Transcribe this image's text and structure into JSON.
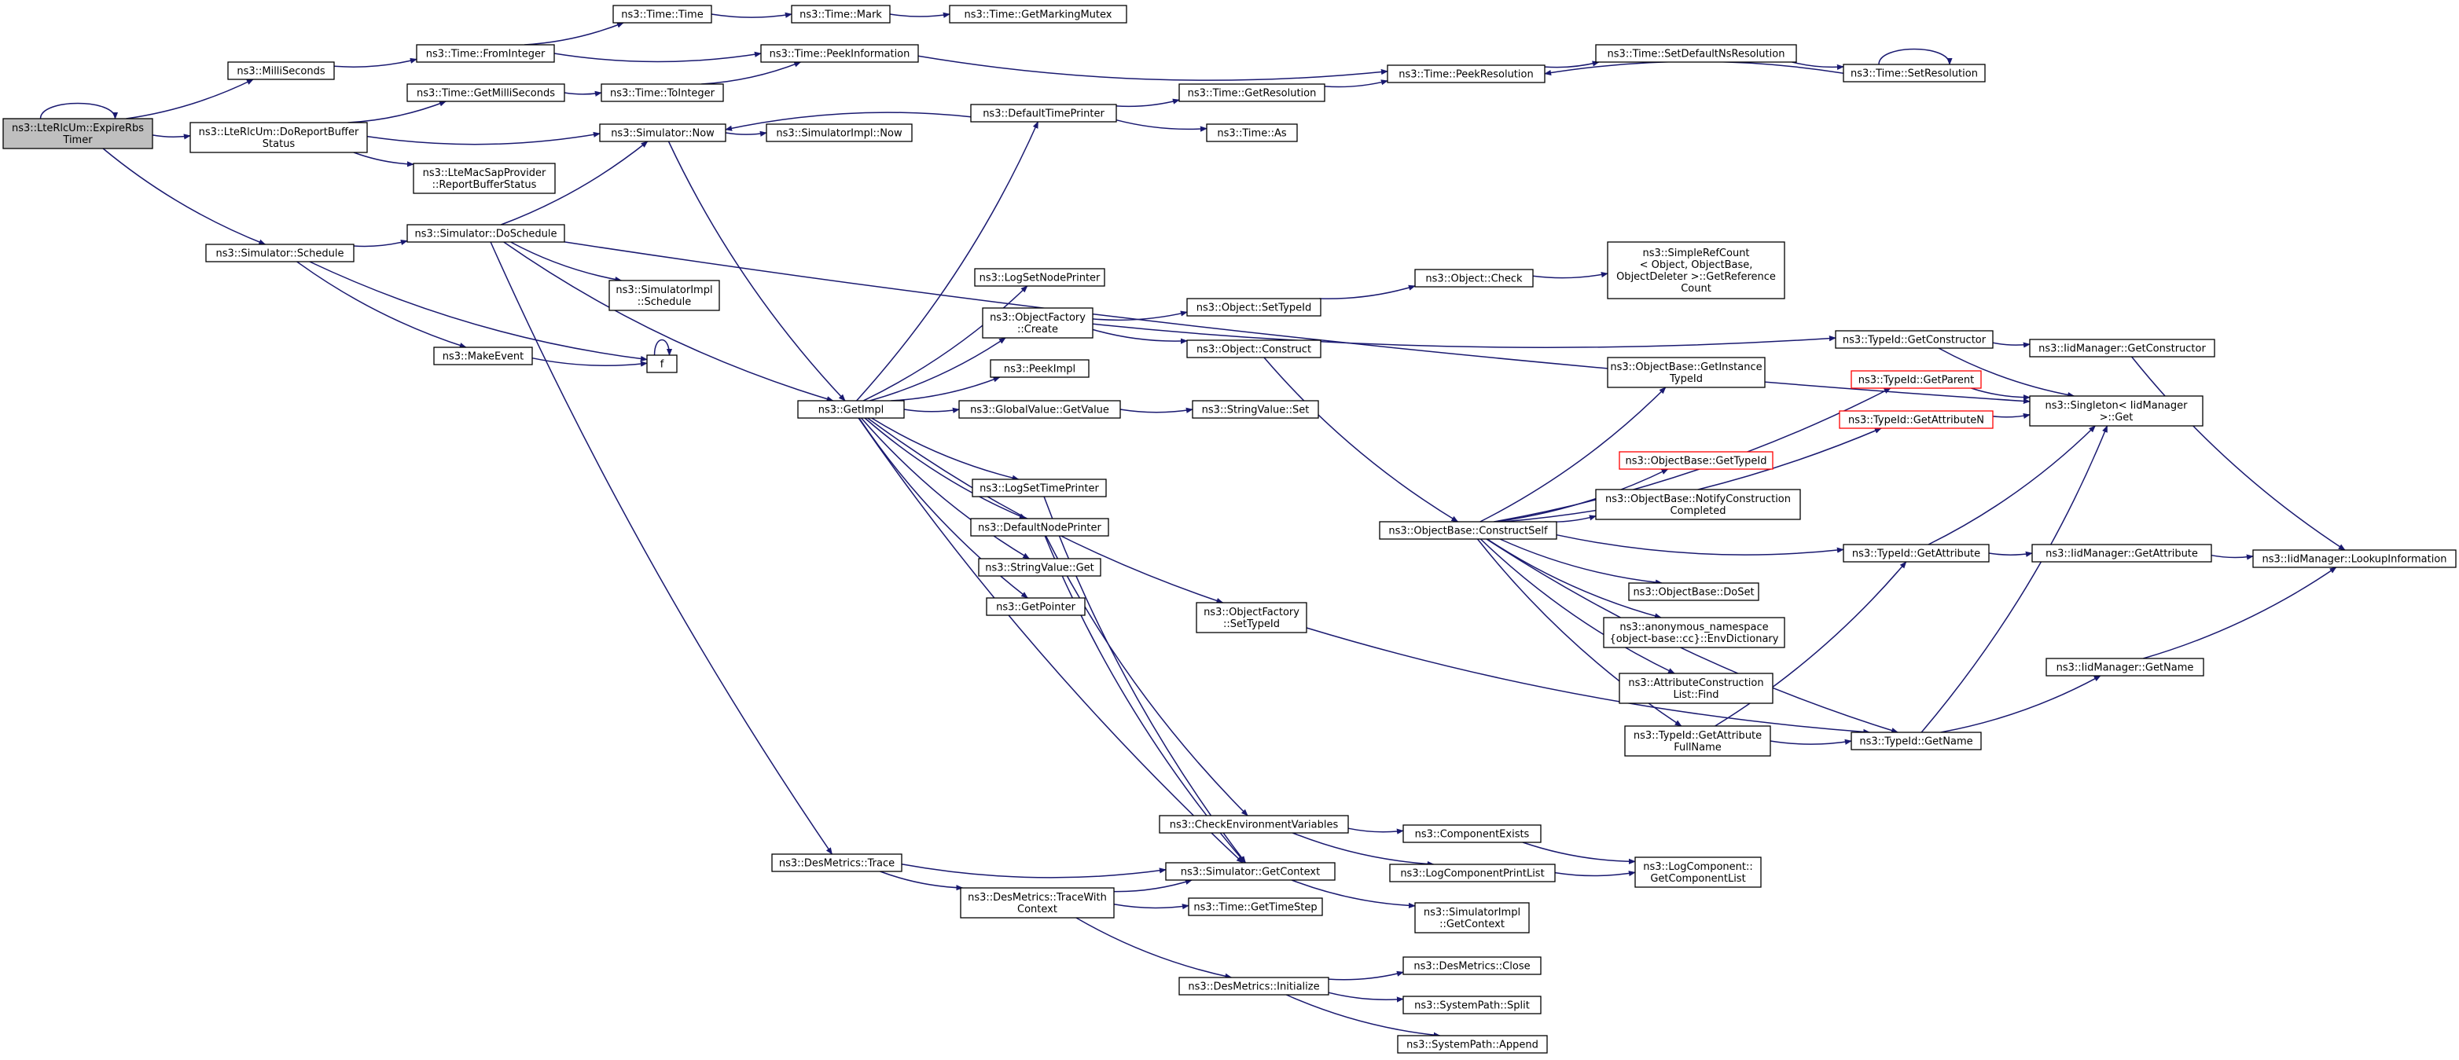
{
  "colors": {
    "edge": "#191970",
    "root_fill": "#bfbfbf",
    "node_border": "#000000",
    "highlight_border": "#ff0000",
    "background": "#ffffff"
  },
  "nodes": [
    {
      "id": "root",
      "lines": [
        "ns3::LteRlcUm::ExpireRbs",
        "Timer"
      ]
    },
    {
      "id": "ms",
      "lines": [
        "ns3::MilliSeconds"
      ]
    },
    {
      "id": "dorep",
      "lines": [
        "ns3::LteRlcUm::DoReportBuffer",
        "Status"
      ]
    },
    {
      "id": "sched",
      "lines": [
        "ns3::Simulator::Schedule"
      ]
    },
    {
      "id": "fromint",
      "lines": [
        "ns3::Time::FromInteger"
      ]
    },
    {
      "id": "getms",
      "lines": [
        "ns3::Time::GetMilliSeconds"
      ]
    },
    {
      "id": "simnow",
      "lines": [
        "ns3::Simulator::Now"
      ]
    },
    {
      "id": "ltemac",
      "lines": [
        "ns3::LteMacSapProvider",
        "::ReportBufferStatus"
      ]
    },
    {
      "id": "dosched",
      "lines": [
        "ns3::Simulator::DoSchedule"
      ]
    },
    {
      "id": "makeev",
      "lines": [
        "ns3::MakeEvent"
      ]
    },
    {
      "id": "f",
      "lines": [
        "f"
      ]
    },
    {
      "id": "timetime",
      "lines": [
        "ns3::Time::Time"
      ]
    },
    {
      "id": "toint",
      "lines": [
        "ns3::Time::ToInteger"
      ]
    },
    {
      "id": "simimplsched",
      "lines": [
        "ns3::SimulatorImpl",
        "::Schedule"
      ]
    },
    {
      "id": "timemark",
      "lines": [
        "ns3::Time::Mark"
      ]
    },
    {
      "id": "peekinfo",
      "lines": [
        "ns3::Time::PeekInformation"
      ]
    },
    {
      "id": "simimplnow",
      "lines": [
        "ns3::SimulatorImpl::Now"
      ]
    },
    {
      "id": "getmutex",
      "lines": [
        "ns3::Time::GetMarkingMutex"
      ]
    },
    {
      "id": "deftimeprint",
      "lines": [
        "ns3::DefaultTimePrinter"
      ]
    },
    {
      "id": "logsetnode",
      "lines": [
        "ns3::LogSetNodePrinter"
      ]
    },
    {
      "id": "objfactcreate",
      "lines": [
        "ns3::ObjectFactory",
        "::Create"
      ]
    },
    {
      "id": "peekimpl",
      "lines": [
        "ns3::PeekImpl"
      ]
    },
    {
      "id": "getimpl",
      "lines": [
        "ns3::GetImpl"
      ]
    },
    {
      "id": "gvgetvalue",
      "lines": [
        "ns3::GlobalValue::GetValue"
      ]
    },
    {
      "id": "logsettime",
      "lines": [
        "ns3::LogSetTimePrinter"
      ]
    },
    {
      "id": "defnodeprint",
      "lines": [
        "ns3::DefaultNodePrinter"
      ]
    },
    {
      "id": "strvalget",
      "lines": [
        "ns3::StringValue::Get"
      ]
    },
    {
      "id": "getpointer",
      "lines": [
        "ns3::GetPointer"
      ]
    },
    {
      "id": "objfactsettid",
      "lines": [
        "ns3::ObjectFactory",
        "::SetTypeId"
      ]
    },
    {
      "id": "getres",
      "lines": [
        "ns3::Time::GetResolution"
      ]
    },
    {
      "id": "timeas",
      "lines": [
        "ns3::Time::As"
      ]
    },
    {
      "id": "objsettid",
      "lines": [
        "ns3::Object::SetTypeId"
      ]
    },
    {
      "id": "objconstruct",
      "lines": [
        "ns3::Object::Construct"
      ]
    },
    {
      "id": "strvalset",
      "lines": [
        "ns3::StringValue::Set"
      ]
    },
    {
      "id": "peekres",
      "lines": [
        "ns3::Time::PeekResolution"
      ]
    },
    {
      "id": "objcheck",
      "lines": [
        "ns3::Object::Check"
      ]
    },
    {
      "id": "simplerefcount",
      "lines": [
        "ns3::SimpleRefCount",
        "< Object, ObjectBase,",
        "ObjectDeleter >::GetReference",
        "Count"
      ]
    },
    {
      "id": "setdefns",
      "lines": [
        "ns3::Time::SetDefaultNsResolution"
      ]
    },
    {
      "id": "setres",
      "lines": [
        "ns3::Time::SetResolution"
      ]
    },
    {
      "id": "objbaseconstructself",
      "lines": [
        "ns3::ObjectBase::ConstructSelf"
      ]
    },
    {
      "id": "objbasegetinst",
      "lines": [
        "ns3::ObjectBase::GetInstance",
        "TypeId"
      ]
    },
    {
      "id": "objbasegettid",
      "lines": [
        "ns3::ObjectBase::GetTypeId"
      ]
    },
    {
      "id": "objbasenotify",
      "lines": [
        "ns3::ObjectBase::NotifyConstruction",
        "Completed"
      ]
    },
    {
      "id": "objbasedoset",
      "lines": [
        "ns3::ObjectBase::DoSet"
      ]
    },
    {
      "id": "anonenv",
      "lines": [
        "ns3::anonymous_namespace",
        "{object-base::cc}::EnvDictionary"
      ]
    },
    {
      "id": "attrconstfind",
      "lines": [
        "ns3::AttributeConstruction",
        "List::Find"
      ]
    },
    {
      "id": "tidgetattrfull",
      "lines": [
        "ns3::TypeId::GetAttribute",
        "FullName"
      ]
    },
    {
      "id": "tidgetctor",
      "lines": [
        "ns3::TypeId::GetConstructor"
      ]
    },
    {
      "id": "tidgetparent",
      "lines": [
        "ns3::TypeId::GetParent"
      ]
    },
    {
      "id": "tidgetattrn",
      "lines": [
        "ns3::TypeId::GetAttributeN"
      ]
    },
    {
      "id": "tidgetattr",
      "lines": [
        "ns3::TypeId::GetAttribute"
      ]
    },
    {
      "id": "tidgetname",
      "lines": [
        "ns3::TypeId::GetName"
      ]
    },
    {
      "id": "iidgetctor",
      "lines": [
        "ns3::IidManager::GetConstructor"
      ]
    },
    {
      "id": "singletonget",
      "lines": [
        "ns3::Singleton< IidManager",
        ">::Get"
      ]
    },
    {
      "id": "iidgetattr",
      "lines": [
        "ns3::IidManager::GetAttribute"
      ]
    },
    {
      "id": "iidgetname",
      "lines": [
        "ns3::IidManager::GetName"
      ]
    },
    {
      "id": "iidlookup",
      "lines": [
        "ns3::IidManager::LookupInformation"
      ]
    },
    {
      "id": "desmtrace",
      "lines": [
        "ns3::DesMetrics::Trace"
      ]
    },
    {
      "id": "desmtracewith",
      "lines": [
        "ns3::DesMetrics::TraceWith",
        "Context"
      ]
    },
    {
      "id": "desminit",
      "lines": [
        "ns3::DesMetrics::Initialize"
      ]
    },
    {
      "id": "checkenv",
      "lines": [
        "ns3::CheckEnvironmentVariables"
      ]
    },
    {
      "id": "simgetctx",
      "lines": [
        "ns3::Simulator::GetContext"
      ]
    },
    {
      "id": "gettimestep",
      "lines": [
        "ns3::Time::GetTimeStep"
      ]
    },
    {
      "id": "compexists",
      "lines": [
        "ns3::ComponentExists"
      ]
    },
    {
      "id": "logcompprint",
      "lines": [
        "ns3::LogComponentPrintList"
      ]
    },
    {
      "id": "simimplgetctx",
      "lines": [
        "ns3::SimulatorImpl",
        "::GetContext"
      ]
    },
    {
      "id": "logcompget",
      "lines": [
        "ns3::LogComponent::",
        "GetComponentList"
      ]
    },
    {
      "id": "desmclose",
      "lines": [
        "ns3::DesMetrics::Close"
      ]
    },
    {
      "id": "syssplit",
      "lines": [
        "ns3::SystemPath::Split"
      ]
    },
    {
      "id": "sysappend",
      "lines": [
        "ns3::SystemPath::Append"
      ]
    }
  ],
  "edges": [
    [
      "root",
      "root"
    ],
    [
      "root",
      "ms"
    ],
    [
      "root",
      "dorep"
    ],
    [
      "root",
      "sched"
    ],
    [
      "ms",
      "fromint"
    ],
    [
      "fromint",
      "timetime"
    ],
    [
      "fromint",
      "peekinfo"
    ],
    [
      "timetime",
      "timemark"
    ],
    [
      "timemark",
      "getmutex"
    ],
    [
      "peekinfo",
      "peekres"
    ],
    [
      "dorep",
      "getms"
    ],
    [
      "dorep",
      "simnow"
    ],
    [
      "dorep",
      "ltemac"
    ],
    [
      "getms",
      "toint"
    ],
    [
      "toint",
      "peekinfo"
    ],
    [
      "simnow",
      "simimplnow"
    ],
    [
      "simnow",
      "getimpl"
    ],
    [
      "sched",
      "dosched"
    ],
    [
      "sched",
      "makeev"
    ],
    [
      "sched",
      "f"
    ],
    [
      "makeev",
      "f"
    ],
    [
      "f",
      "f"
    ],
    [
      "dosched",
      "simnow"
    ],
    [
      "dosched",
      "simimplsched"
    ],
    [
      "dosched",
      "getimpl"
    ],
    [
      "dosched",
      "desmtrace"
    ],
    [
      "dosched",
      "singletonget"
    ],
    [
      "deftimeprint",
      "simnow"
    ],
    [
      "deftimeprint",
      "getres"
    ],
    [
      "deftimeprint",
      "timeas"
    ],
    [
      "getres",
      "peekres"
    ],
    [
      "peekres",
      "setdefns"
    ],
    [
      "setdefns",
      "setres"
    ],
    [
      "setres",
      "setres"
    ],
    [
      "setres",
      "peekres"
    ],
    [
      "getimpl",
      "deftimeprint"
    ],
    [
      "getimpl",
      "logsetnode"
    ],
    [
      "getimpl",
      "objfactcreate"
    ],
    [
      "getimpl",
      "peekimpl"
    ],
    [
      "getimpl",
      "gvgetvalue"
    ],
    [
      "getimpl",
      "logsettime"
    ],
    [
      "getimpl",
      "defnodeprint"
    ],
    [
      "getimpl",
      "strvalget"
    ],
    [
      "getimpl",
      "getpointer"
    ],
    [
      "getimpl",
      "objfactsettid"
    ],
    [
      "getimpl",
      "simgetctx"
    ],
    [
      "objfactcreate",
      "objsettid"
    ],
    [
      "objfactcreate",
      "objconstruct"
    ],
    [
      "objfactcreate",
      "tidgetctor"
    ],
    [
      "objsettid",
      "objcheck"
    ],
    [
      "objcheck",
      "simplerefcount"
    ],
    [
      "objconstruct",
      "objbaseconstructself"
    ],
    [
      "gvgetvalue",
      "strvalset"
    ],
    [
      "objfactsettid",
      "tidgetname"
    ],
    [
      "objbaseconstructself",
      "objbasegetinst"
    ],
    [
      "objbaseconstructself",
      "tidgetparent"
    ],
    [
      "objbaseconstructself",
      "tidgetattrn"
    ],
    [
      "objbaseconstructself",
      "objbasegettid"
    ],
    [
      "objbaseconstructself",
      "objbasenotify"
    ],
    [
      "objbaseconstructself",
      "tidgetattr"
    ],
    [
      "objbaseconstructself",
      "objbasedoset"
    ],
    [
      "objbaseconstructself",
      "anonenv"
    ],
    [
      "objbaseconstructself",
      "attrconstfind"
    ],
    [
      "objbaseconstructself",
      "tidgetattrfull"
    ],
    [
      "objbaseconstructself",
      "tidgetname"
    ],
    [
      "tidgetctor",
      "iidgetctor"
    ],
    [
      "tidgetctor",
      "singletonget"
    ],
    [
      "tidgetparent",
      "singletonget"
    ],
    [
      "tidgetattrn",
      "singletonget"
    ],
    [
      "tidgetattr",
      "singletonget"
    ],
    [
      "tidgetattr",
      "iidgetattr"
    ],
    [
      "tidgetattrfull",
      "tidgetattr"
    ],
    [
      "tidgetattrfull",
      "tidgetname"
    ],
    [
      "tidgetname",
      "singletonget"
    ],
    [
      "tidgetname",
      "iidgetname"
    ],
    [
      "iidgetname",
      "iidlookup"
    ],
    [
      "iidgetctor",
      "iidlookup"
    ],
    [
      "iidgetattr",
      "iidlookup"
    ],
    [
      "logsettime",
      "simgetctx"
    ],
    [
      "defnodeprint",
      "simgetctx"
    ],
    [
      "defnodeprint",
      "checkenv"
    ],
    [
      "desmtrace",
      "simgetctx"
    ],
    [
      "desmtrace",
      "desmtracewith"
    ],
    [
      "desmtracewith",
      "simgetctx"
    ],
    [
      "desmtracewith",
      "gettimestep"
    ],
    [
      "desmtracewith",
      "desminit"
    ],
    [
      "checkenv",
      "compexists"
    ],
    [
      "checkenv",
      "logcompprint"
    ],
    [
      "compexists",
      "logcompget"
    ],
    [
      "logcompprint",
      "logcompget"
    ],
    [
      "simgetctx",
      "simimplgetctx"
    ],
    [
      "desminit",
      "desmclose"
    ],
    [
      "desminit",
      "syssplit"
    ],
    [
      "desminit",
      "sysappend"
    ]
  ]
}
